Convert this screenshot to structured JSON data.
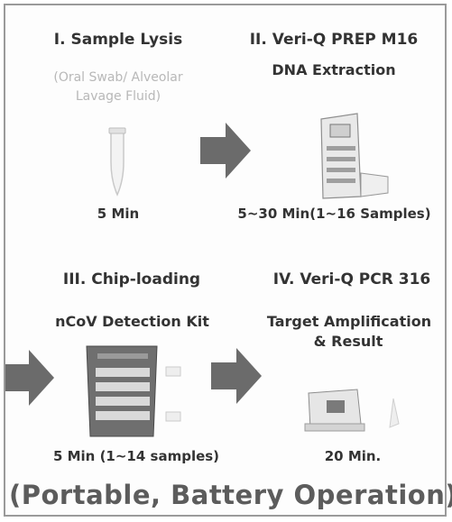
{
  "step1": {
    "title": "I. Sample Lysis",
    "subtitle_line1": "(Oral Swab/ Alveolar",
    "subtitle_line2": "Lavage Fluid)",
    "time": "5 Min"
  },
  "step2": {
    "title": "II. Veri-Q PREP M16",
    "subtitle": "DNA Extraction",
    "time": "5~30 Min(1~16 Samples)"
  },
  "step3": {
    "title": "III. Chip-loading",
    "subtitle": "nCoV Detection Kit",
    "time": "5 Min (1~14 samples)"
  },
  "step4": {
    "title": "IV. Veri-Q PCR 316",
    "subtitle_line1": "Target Amplification",
    "subtitle_line2": "& Result",
    "time": "20 Min."
  },
  "footer": "(Portable, Battery Operation)"
}
